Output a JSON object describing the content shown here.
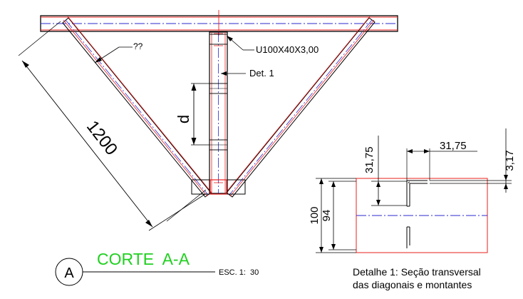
{
  "drawing": {
    "label_profile": "U100X40X3,00",
    "label_det": "Det. 1",
    "label_unknown": "??",
    "label_diag_length": "1200",
    "label_d": "d",
    "section_title": "CORTE  A-A",
    "section_marker": "A",
    "scale_text": "ESC. 1:  30",
    "detail": {
      "dim_31_75_vertical": "31,75",
      "dim_31_75_horizontal": "31,75",
      "dim_3_17": "3,17",
      "dim_100": "100",
      "dim_94": "94",
      "caption_line1": "Detalhe 1: Seção transversal",
      "caption_line2": "das diagonais e montantes"
    },
    "colors": {
      "outline_red": "#e8201e",
      "centerline_blue": "#2828d0",
      "dimension_black": "#000000",
      "title_green": "#20d020"
    }
  }
}
